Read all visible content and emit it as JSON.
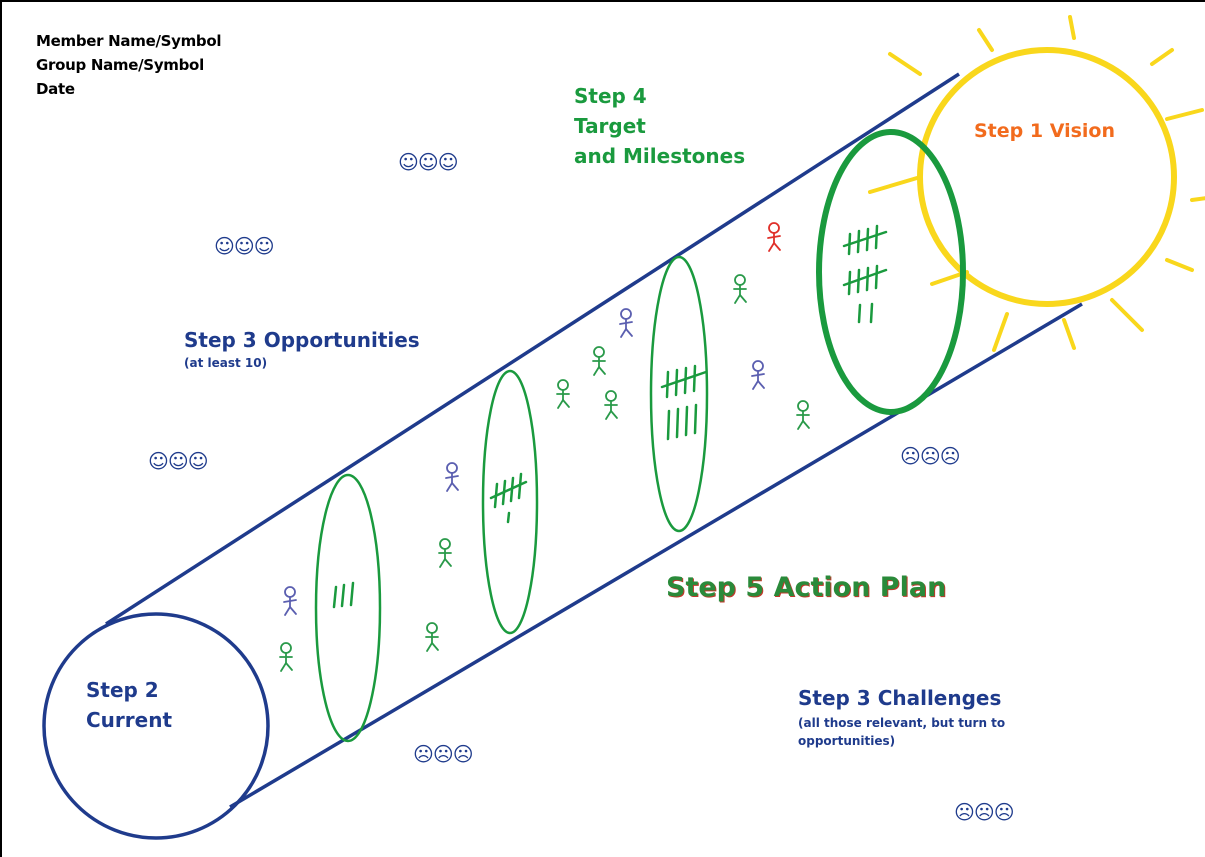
{
  "header": {
    "member": "Member Name/Symbol",
    "group": "Group Name/Symbol",
    "date": "Date"
  },
  "steps": {
    "vision": "Step 1 Vision",
    "current_line1": "Step 2",
    "current_line2": "Current",
    "opportunities": "Step 3 Opportunities",
    "opportunities_note": "(at least 10)",
    "challenges": "Step 3 Challenges",
    "challenges_note_line1": "(all those relevant, but turn to",
    "challenges_note_line2": "opportunities)",
    "target_line1": "Step 4",
    "target_line2": "Target",
    "target_line3": "and Milestones",
    "action": "Step 5 Action Plan"
  },
  "faces": {
    "happy": "☺☺☺",
    "sad": "☹☹☹"
  },
  "colors": {
    "tube": "#1f3b8c",
    "sun": "#f9d71c",
    "milestone": "#1a9a3e",
    "vision_text": "#f26b1d",
    "figure_blue": "#5b5fb0",
    "figure_green": "#2a9a4a",
    "figure_red": "#e0302a"
  }
}
